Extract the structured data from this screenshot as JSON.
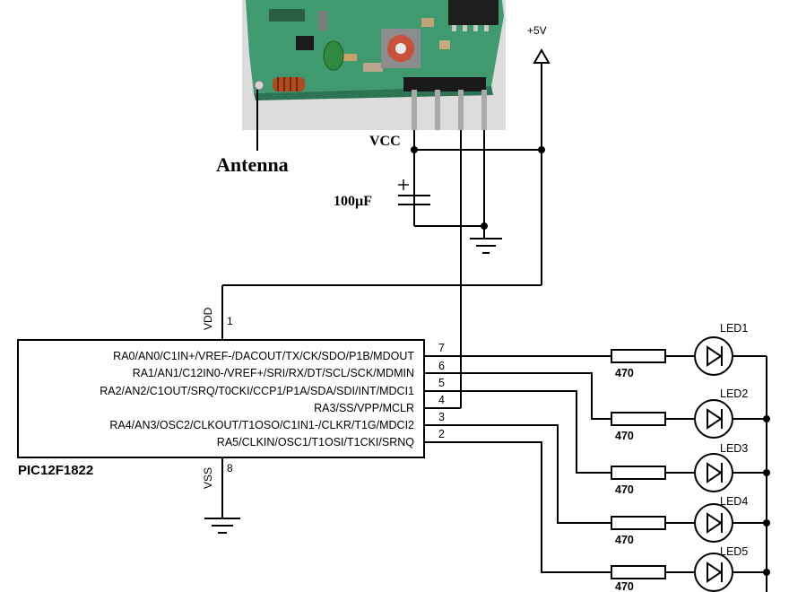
{
  "module": {
    "antenna_label": "Antenna",
    "vcc_label": "VCC",
    "capacitor_label": "100µF",
    "supply_label": "+5V"
  },
  "mcu": {
    "part": "PIC12F1822",
    "vdd_label": "VDD",
    "vdd_pin": "1",
    "vss_label": "VSS",
    "vss_pin": "8",
    "pins": [
      {
        "num": "7",
        "label": "RA0/AN0/C1IN+/VREF-/DACOUT/TX/CK/SDO/P1B/MDOUT"
      },
      {
        "num": "6",
        "label": "RA1/AN1/C12IN0-/VREF+/SRI/RX/DT/SCL/SCK/MDMIN"
      },
      {
        "num": "5",
        "label": "RA2/AN2/C1OUT/SRQ/T0CKI/CCP1/P1A/SDA/SDI/INT/MDCI1"
      },
      {
        "num": "4",
        "label": "RA3/SS/VPP/MCLR"
      },
      {
        "num": "3",
        "label": "RA4/AN3/OSC2/CLKOUT/T1OSO/C1IN1-/CLKR/T1G/MDCI2"
      },
      {
        "num": "2",
        "label": "RA5/CLKIN/OSC1/T1OSI/T1CKI/SRNQ"
      }
    ]
  },
  "leds": [
    {
      "name": "LED1",
      "resistor": "470"
    },
    {
      "name": "LED2",
      "resistor": "470"
    },
    {
      "name": "LED3",
      "resistor": "470"
    },
    {
      "name": "LED4",
      "resistor": "470"
    },
    {
      "name": "LED5",
      "resistor": "470"
    }
  ]
}
